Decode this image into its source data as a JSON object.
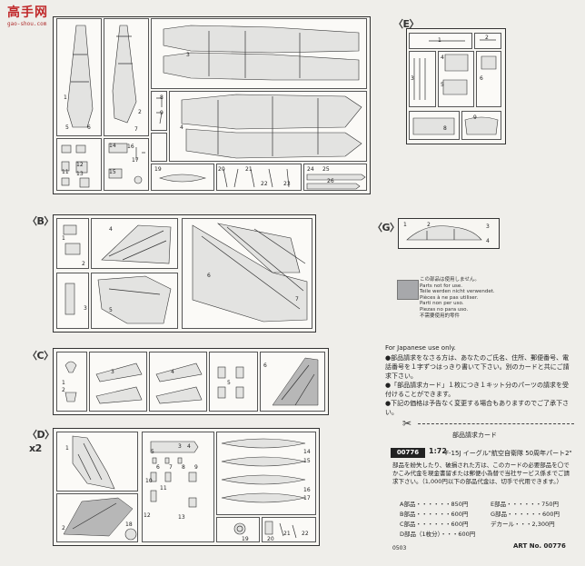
{
  "watermark": {
    "logo_text": "高手网",
    "url": "gao-shou.com"
  },
  "sprues": {
    "E": {
      "letter": "E"
    },
    "B": {
      "letter": "B"
    },
    "G": {
      "letter": "G"
    },
    "C": {
      "letter": "C"
    },
    "D": {
      "letter": "D",
      "count": "x2"
    }
  },
  "swatch_note": {
    "lines": [
      "この部品は使用しません。",
      "Parts not for use.",
      "Teile werden nicht verwendet.",
      "Pièces à ne pas utiliser.",
      "Parti non per uso.",
      "Piezas no para uso.",
      "不需要使用的零件"
    ]
  },
  "japan_note": {
    "en": "For Japanese use only.",
    "p1": "●部品請求をなさる方は、あなたのご氏名、住所、郵便番号、電話番号を１字ずつはっきり書いて下さい。別のカードと共にご請求下さい。",
    "p2": "●「部品請求カード」１枚につき１キット分のパーツの請求を受付けることができます。",
    "p3": "●下記の価格は予告なく変更する場合もありますのでご了承下さい。"
  },
  "order_card": {
    "title": "部品請求カード",
    "code": "00776",
    "scale": "1:72",
    "kit_name": "F-15J イーグル\"航空自衛隊 50周年パート2\"",
    "description": "部品を紛失したり、破損された方は、このカードの必要部品を〇でかこみ代金を現金書留または郵便小為替で当社サービス係までご請求下さい。（1,000円以下の部品代金は、切手で代用できます。）",
    "prices": [
      {
        "label": "A部品",
        "value": "850円",
        "label2": "E部品",
        "value2": "750円"
      },
      {
        "label": "B部品",
        "value": "600円",
        "label2": "G部品",
        "value2": "600円"
      },
      {
        "label": "C部品",
        "value": "600円",
        "label2": "デカール",
        "value2": "2,300円"
      },
      {
        "label": "D部品（1枚分）",
        "value": "600円",
        "label2": "",
        "value2": ""
      }
    ],
    "footer": "0503",
    "art_no": "ART No. 00776"
  }
}
